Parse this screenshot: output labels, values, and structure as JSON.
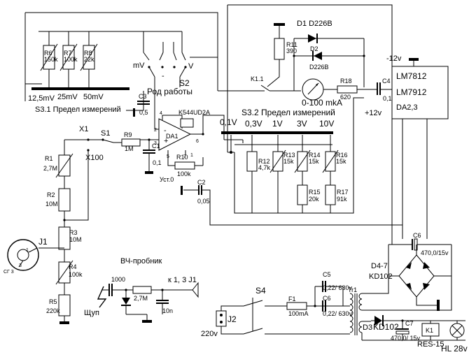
{
  "switch_s31": {
    "label": "S3.1 Предел измерений",
    "ranges": [
      "12,5mV",
      "25mV",
      "50mV"
    ]
  },
  "switch_s2": {
    "label": "S2",
    "description": "Род работы",
    "pos_mv": "mV",
    "pos_v": "V",
    "pos_dash": "-"
  },
  "switch_s32": {
    "label": "S3.2 Предел измерений",
    "ranges": [
      "0,1V",
      "0,3V",
      "1V",
      "3V",
      "10V"
    ]
  },
  "opamp": {
    "label": "DA1",
    "part": "K544UD2A",
    "minus": "-",
    "plus": "+",
    "pins": [
      "4",
      "8",
      "6",
      "2",
      "3",
      "5",
      "7",
      "1"
    ]
  },
  "input": {
    "x1": "X1",
    "s1": "S1",
    "x100": "X100"
  },
  "connectors": {
    "j1": "J1",
    "j1_type": "СГ 3",
    "j1_pin1": "1",
    "j1_pin3": "3",
    "j2": "J2"
  },
  "switches": {
    "s4": "S4"
  },
  "power": {
    "plus12": "+12v",
    "minus12": "-12v",
    "regulator1": "LM7812",
    "regulator2": "LM7912",
    "regulator_ref": "DA2,3",
    "mains": "220v"
  },
  "probe": {
    "title": "ВЧ-пробник",
    "cap": "1000",
    "res": "2,7M",
    "cap2": "10n",
    "out": "к 1, 3  J1",
    "tip": "Щуп"
  },
  "components": {
    "r1": [
      "R1",
      "2,7M"
    ],
    "r2": [
      "R2",
      "10M"
    ],
    "r3": [
      "R3",
      "10M"
    ],
    "r4": [
      "R4",
      "100k"
    ],
    "r5": [
      "R5",
      "220k"
    ],
    "r6": [
      "R6",
      "150k"
    ],
    "r7": [
      "R7",
      "100k"
    ],
    "r8": [
      "R8",
      "22k"
    ],
    "r9": [
      "R9",
      "1M"
    ],
    "r10": [
      "R10",
      "100k"
    ],
    "zero_trim": "Уст.0",
    "r11": [
      "R11",
      "390"
    ],
    "r12": [
      "R12",
      "4,7k"
    ],
    "r13": [
      "R13",
      "15k"
    ],
    "r14": [
      "R14",
      "15k"
    ],
    "r15": [
      "R15",
      "20k"
    ],
    "r16": [
      "R16",
      "15k"
    ],
    "r17": [
      "R17",
      "91k"
    ],
    "r18": [
      "R18",
      "620"
    ],
    "c1": [
      "C1",
      "0,1"
    ],
    "c2": [
      "C2",
      "0,05"
    ],
    "c3": [
      "C3",
      "0,5"
    ],
    "c4": [
      "C4",
      "0,1"
    ],
    "c5": [
      "C5",
      "0,22/ 630v"
    ],
    "c6m": [
      "C6",
      "0,22/ 630v"
    ],
    "c6": [
      "C6",
      "470,0/15v"
    ],
    "c7": [
      "C7",
      "470,0/ 15v"
    ],
    "d1": "D1  D226B",
    "d2": [
      "D2",
      "D226B"
    ],
    "d3": [
      "D3",
      "KD102"
    ],
    "bridge": [
      "D4-7",
      "KD102"
    ],
    "meter": "0-100 mkA",
    "k11": "K1.1",
    "k1": [
      "K1",
      "RES-15"
    ],
    "f1": [
      "F1",
      "100mA"
    ],
    "tr1": "Tr1",
    "hl": "HL 28v"
  }
}
